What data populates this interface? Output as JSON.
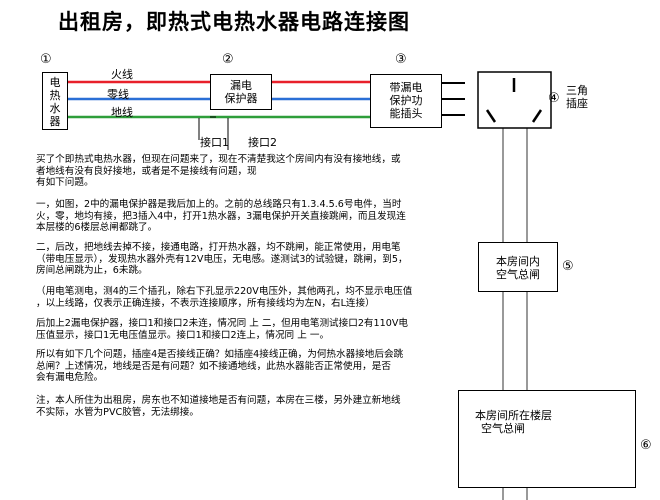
{
  "title": "出租房，即热式电热水器电路连接图",
  "markers": {
    "m1": "①",
    "m2": "②",
    "m3": "③",
    "m4": "④",
    "m5": "⑤",
    "m6": "⑥"
  },
  "heater": [
    "电",
    "热",
    "水",
    "器"
  ],
  "leakage_protector": [
    "漏电",
    "保护器"
  ],
  "plug": [
    "带漏电",
    "保护功",
    "能插头"
  ],
  "socket_label": [
    "三角",
    "插座"
  ],
  "wires": {
    "live": "火线",
    "neutral": "零线",
    "ground": "地线"
  },
  "connectors": {
    "c1": "接口1",
    "c2": "接口2"
  },
  "room_breaker": [
    "本房间内",
    "空气总闸"
  ],
  "floor_breaker": [
    "本房间所在楼层",
    "空气总闸"
  ],
  "paragraphs": [
    "买了个即热式电热水器，但现在问题来了，现在不清楚我这个房间内有没有接地线，或\n者地线有没有良好接地，或者是不是接线有问题，现\n有如下问题。",
    "一，如图，2中的漏电保护器是我后加上的。之前的总线路只有1.3.4.5.6号电件，当时\n火，零，地均有接，把3插入4中，打开1热水器，3漏电保护开关直接跳闸，而且发现连\n本层楼的6楼层总闸都跳了。",
    "二，后改，把地线去掉不接，接通电路，打开热水器，均不跳闸，能正常使用，用电笔\n（带电压显示），发现热水器外壳有12V电压，无电感。遂测试3的试验键，跳闸，到5，\n房间总闸跳为止，6未跳。",
    "（用电笔测电，测4的三个插孔，除右下孔显示220V电压外，其他两孔，均不显示电压值\n，以上线路，仅表示正确连接，不表示连接顺序，所有接线均为左N，右L连接）",
    "后加上2漏电保护器，接口1和接口2未连，情况同 上 二，但用电笔测试接口2有110V电\n压值显示，接口1无电压值显示。接口1和接口2连上，情况同 上 一。",
    "所以有如下几个问题，插座4是否接线正确？如插座4接线正确，为何热水器接地后会跳\n总闸？上述情况，地线是否是有问题？如不接通地线，此热水器能否正常使用，是否\n会有漏电危险。",
    "注，本人所住为出租房，房东也不知道接地是否有问题，本房在三楼，另外建立新地线\n不实际，水管为PVC胶管，无法绑接。"
  ],
  "colors": {
    "live": "#e8202a",
    "neutral": "#2a6fd6",
    "ground": "#2e9e3a"
  }
}
